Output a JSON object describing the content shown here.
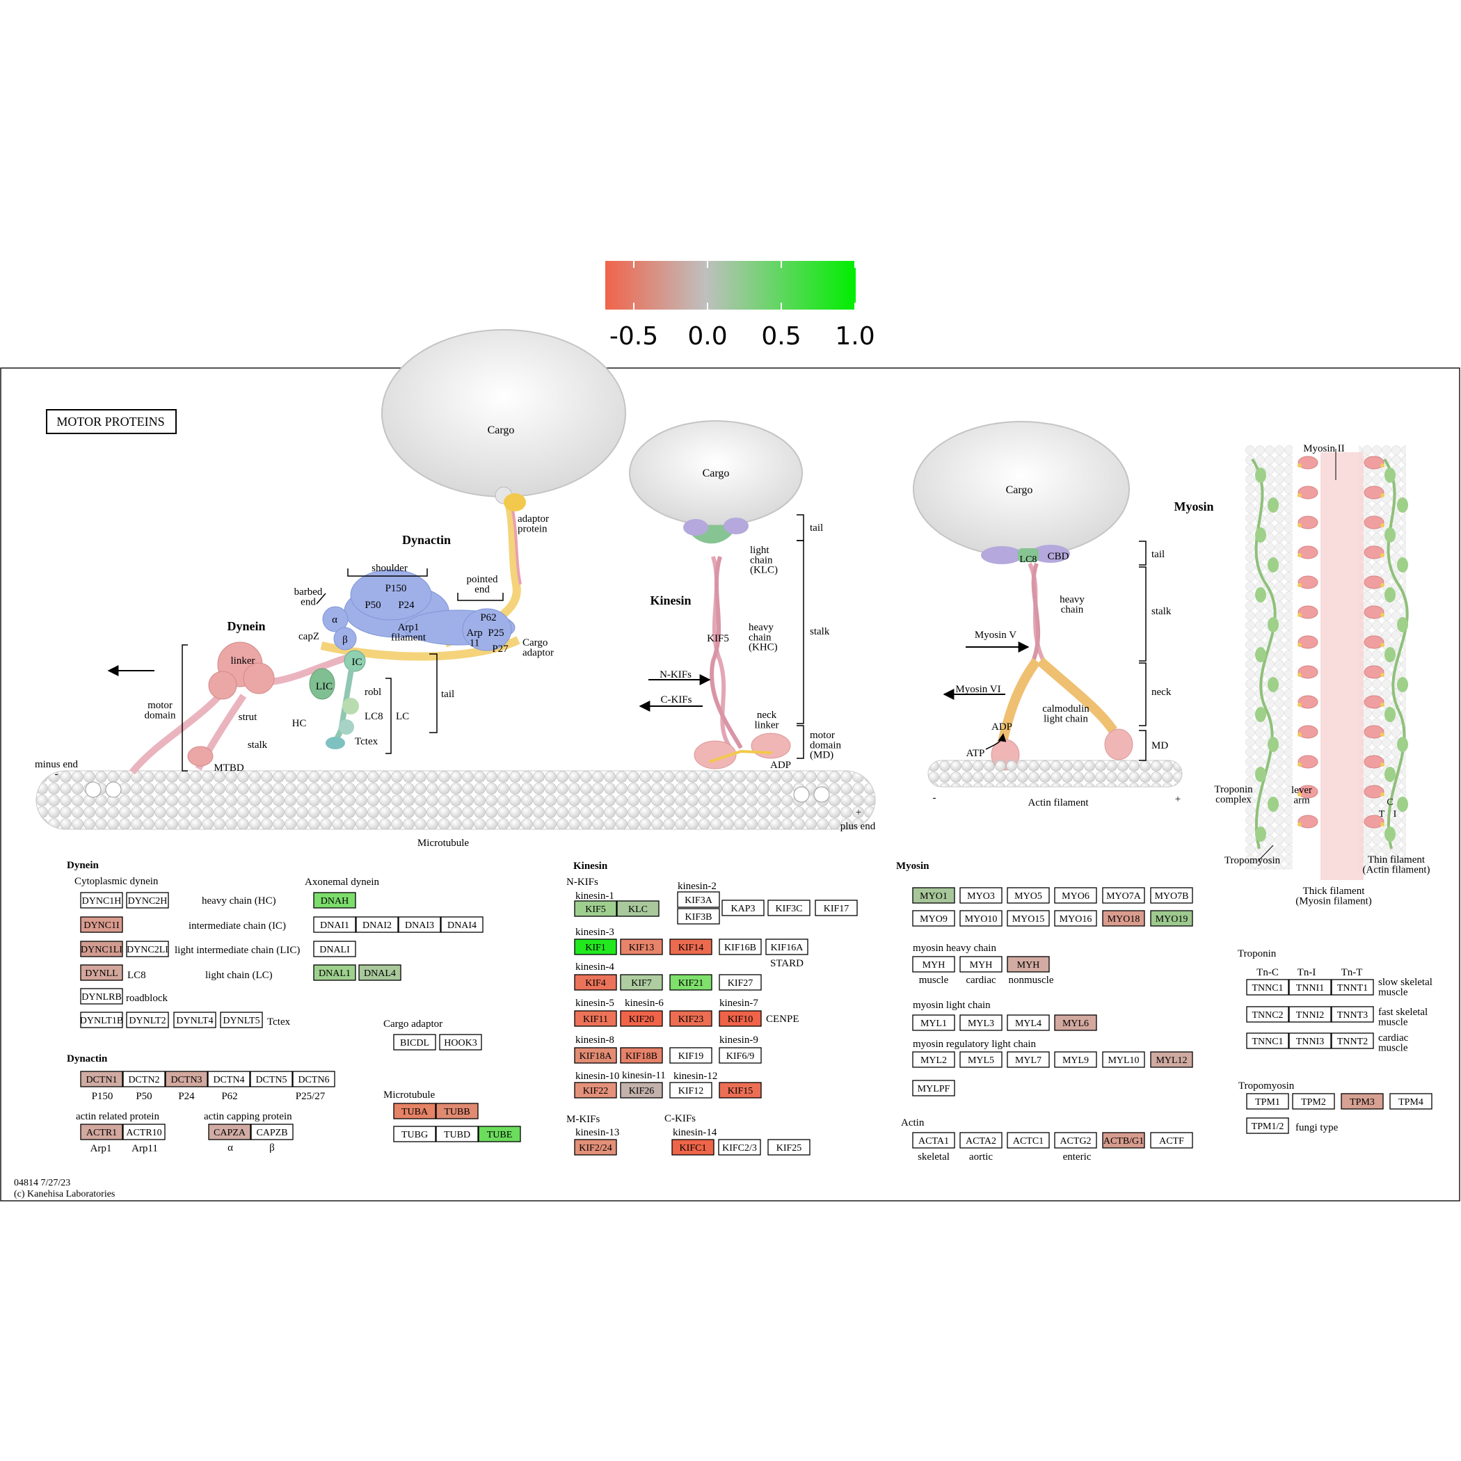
{
  "legend": {
    "ticks": [
      "-0.5",
      "0.0",
      "0.5",
      "1.0"
    ],
    "colors": [
      "#f0644a",
      "#bfbfbf",
      "#00ee00"
    ]
  },
  "diagram_labels": {
    "title_box": "MOTOR PROTEINS",
    "dynein": "Dynein",
    "dynactin": "Dynactin",
    "kinesin": "Kinesin",
    "myosin": "Myosin",
    "cargo": "Cargo",
    "adaptor_protein": "adaptor\nprotein",
    "shoulder": "shoulder",
    "pointed_end": "pointed\nend",
    "barbed_end": "barbed\nend",
    "p150": "P150",
    "p50": "P50",
    "p24": "P24",
    "arp1_filament": "Arp1\nfilament",
    "p62": "P62",
    "arp11": "Arp\n11",
    "p25": "P25",
    "p27": "P27",
    "cargo_adaptor": "Cargo\nadaptor",
    "capz": "capZ",
    "alpha": "α",
    "beta": "β",
    "linker": "linker",
    "motor_domain": "motor\ndomain",
    "strut": "strut",
    "hc": "HC",
    "stalk": "stalk",
    "mtbd": "MTBD",
    "lic": "LIC",
    "ic": "IC",
    "robl": "robl",
    "lc8": "LC8",
    "tctex": "Tctex",
    "lc": "LC",
    "tail": "tail",
    "minus_end": "minus end",
    "minus": "-",
    "plus": "+",
    "plus_end": "plus end",
    "microtubule": "Microtubule",
    "light_chain_klc": "light\nchain\n(KLC)",
    "kif5": "KIF5",
    "heavy_chain_khc": "heavy\nchain\n(KHC)",
    "n_kifs_arrow": "N-KIFs",
    "c_kifs_arrow": "C-KIFs",
    "neck_linker": "neck\nlinker",
    "adp": "ADP",
    "motor_domain_md": "motor\ndomain\n(MD)",
    "cbd": "CBD",
    "heavy_chain": "heavy\nchain",
    "myosin_v": "Myosin V",
    "myosin_vi": "Myosin VI",
    "calmodulin": "calmodulin\nlight chain",
    "atp": "ATP",
    "neck": "neck",
    "md": "MD",
    "actin_filament": "Actin filament",
    "myosin_ii": "Myosin II",
    "troponin_complex": "Troponin\ncomplex",
    "lever_arm": "lever\narm",
    "c_label": "C",
    "t_label": "T",
    "i_label": "I",
    "tropomyosin": "Tropomyosin",
    "thin_filament": "Thin filament\n(Actin filament)",
    "thick_filament": "Thick filament\n(Myosin filament)",
    "footer_id": "04814 7/27/23",
    "footer_copy": "(c) Kanehisa Laboratories"
  },
  "gene_panel_labels": [
    "Dynein",
    "Cytoplasmic dynein",
    "Axonemal dynein",
    "heavy chain (HC)",
    "intermediate chain (IC)",
    "light intermediate chain (LIC)",
    "LC8",
    "light chain (LC)",
    "roadblock",
    "Tctex",
    "Dynactin",
    "P150",
    "P50",
    "P24",
    "P62",
    "P25/27",
    "actin related protein",
    "actin capping protein",
    "Arp1",
    "Arp11",
    "α",
    "β",
    "Cargo adaptor",
    "Microtubule",
    "Kinesin",
    "N-KIFs",
    "kinesin-1",
    "kinesin-2",
    "kinesin-3",
    "kinesin-4",
    "kinesin-5",
    "kinesin-6",
    "kinesin-7",
    "kinesin-8",
    "kinesin-9",
    "kinesin-10",
    "kinesin-11",
    "kinesin-12",
    "M-KIFs",
    "C-KIFs",
    "kinesin-13",
    "kinesin-14",
    "STARD",
    "CENPE",
    "Myosin",
    "myosin heavy chain",
    "muscle",
    "cardiac",
    "nonmuscle",
    "myosin light chain",
    "myosin regulatory light chain",
    "Actin",
    "skeletal",
    "aortic",
    "enteric",
    "Troponin",
    "Tn-C",
    "Tn-I",
    "Tn-T",
    "slow skeletal\nmuscle",
    "fast skeletal\nmuscle",
    "cardiac\nmuscle",
    "Tropomyosin",
    "fungi type"
  ],
  "gene_boxes": [
    {
      "label": "DYNC1H",
      "color": "#ffffff"
    },
    {
      "label": "DYNC2H",
      "color": "#ffffff"
    },
    {
      "label": "DNAH",
      "color": "#7cdd6c"
    },
    {
      "label": "DYNC1I",
      "color": "#d99b8e"
    },
    {
      "label": "DNAI1",
      "color": "#ffffff"
    },
    {
      "label": "DNAI2",
      "color": "#ffffff"
    },
    {
      "label": "DNAI3",
      "color": "#ffffff"
    },
    {
      "label": "DNAI4",
      "color": "#ffffff"
    },
    {
      "label": "DYNC1LI",
      "color": "#d29c90"
    },
    {
      "label": "DYNC2LI",
      "color": "#ffffff"
    },
    {
      "label": "DNALI",
      "color": "#ffffff"
    },
    {
      "label": "DYNLL",
      "color": "#d3a69c"
    },
    {
      "label": "DNAL1",
      "color": "#9ed08e"
    },
    {
      "label": "DNAL4",
      "color": "#a9c99c"
    },
    {
      "label": "DYNLRB",
      "color": "#ffffff"
    },
    {
      "label": "DYNLT1B",
      "color": "#ffffff"
    },
    {
      "label": "DYNLT2",
      "color": "#ffffff"
    },
    {
      "label": "DYNLT4",
      "color": "#ffffff"
    },
    {
      "label": "DYNLT5",
      "color": "#ffffff"
    },
    {
      "label": "DCTN1",
      "color": "#cfaba2"
    },
    {
      "label": "DCTN2",
      "color": "#ffffff"
    },
    {
      "label": "DCTN3",
      "color": "#d2a99f"
    },
    {
      "label": "DCTN4",
      "color": "#ffffff"
    },
    {
      "label": "DCTN5",
      "color": "#ffffff"
    },
    {
      "label": "DCTN6",
      "color": "#ffffff"
    },
    {
      "label": "ACTR1",
      "color": "#d2a89f"
    },
    {
      "label": "ACTR10",
      "color": "#ffffff"
    },
    {
      "label": "CAPZA",
      "color": "#d2aca4"
    },
    {
      "label": "CAPZB",
      "color": "#ffffff"
    },
    {
      "label": "BICDL",
      "color": "#ffffff"
    },
    {
      "label": "HOOK3",
      "color": "#ffffff"
    },
    {
      "label": "TUBA",
      "color": "#e58366"
    },
    {
      "label": "TUBB",
      "color": "#e08a72"
    },
    {
      "label": "TUBG",
      "color": "#ffffff"
    },
    {
      "label": "TUBD",
      "color": "#ffffff"
    },
    {
      "label": "TUBE",
      "color": "#6cdc5c"
    },
    {
      "label": "KIF5",
      "color": "#9fcf8f"
    },
    {
      "label": "KLC",
      "color": "#a9c99d"
    },
    {
      "label": "KIF3A",
      "color": "#ffffff"
    },
    {
      "label": "KIF3B",
      "color": "#ffffff"
    },
    {
      "label": "KAP3",
      "color": "#ffffff"
    },
    {
      "label": "KIF3C",
      "color": "#ffffff"
    },
    {
      "label": "KIF17",
      "color": "#ffffff"
    },
    {
      "label": "KIF1",
      "color": "#22e81e"
    },
    {
      "label": "KIF13",
      "color": "#e8846a"
    },
    {
      "label": "KIF14",
      "color": "#ec6b4f"
    },
    {
      "label": "KIF16B",
      "color": "#ffffff"
    },
    {
      "label": "KIF16A",
      "color": "#ffffff"
    },
    {
      "label": "KIF4",
      "color": "#eb7359"
    },
    {
      "label": "KIF7",
      "color": "#aecda0"
    },
    {
      "label": "KIF21",
      "color": "#7fe06c"
    },
    {
      "label": "KIF27",
      "color": "#ffffff"
    },
    {
      "label": "KIF11",
      "color": "#ec7258"
    },
    {
      "label": "KIF20",
      "color": "#f0644a"
    },
    {
      "label": "KIF23",
      "color": "#ec6d52"
    },
    {
      "label": "KIF10",
      "color": "#ef6348"
    },
    {
      "label": "KIF18A",
      "color": "#e28c74"
    },
    {
      "label": "KIF18B",
      "color": "#e6826a"
    },
    {
      "label": "KIF19",
      "color": "#ffffff"
    },
    {
      "label": "KIF6/9",
      "color": "#ffffff"
    },
    {
      "label": "KIF22",
      "color": "#e4917b"
    },
    {
      "label": "KIF26",
      "color": "#c3b1ac"
    },
    {
      "label": "KIF12",
      "color": "#ffffff"
    },
    {
      "label": "KIF15",
      "color": "#ec6f55"
    },
    {
      "label": "KIF2/24",
      "color": "#e39079"
    },
    {
      "label": "KIFC1",
      "color": "#ee6549"
    },
    {
      "label": "KIFC2/3",
      "color": "#ffffff"
    },
    {
      "label": "KIF25",
      "color": "#ffffff"
    },
    {
      "label": "MYO1",
      "color": "#a7c79a"
    },
    {
      "label": "MYO3",
      "color": "#ffffff"
    },
    {
      "label": "MYO5",
      "color": "#ffffff"
    },
    {
      "label": "MYO6",
      "color": "#ffffff"
    },
    {
      "label": "MYO7A",
      "color": "#ffffff"
    },
    {
      "label": "MYO7B",
      "color": "#ffffff"
    },
    {
      "label": "MYO9",
      "color": "#ffffff"
    },
    {
      "label": "MYO10",
      "color": "#ffffff"
    },
    {
      "label": "MYO15",
      "color": "#ffffff"
    },
    {
      "label": "MYO16",
      "color": "#ffffff"
    },
    {
      "label": "MYO18",
      "color": "#d99c8e"
    },
    {
      "label": "MYO19",
      "color": "#9ec98f"
    },
    {
      "label": "MYH",
      "color": "#ffffff"
    },
    {
      "label": "MYH",
      "color": "#ffffff"
    },
    {
      "label": "MYH",
      "color": "#d2aba2"
    },
    {
      "label": "MYL1",
      "color": "#ffffff"
    },
    {
      "label": "MYL3",
      "color": "#ffffff"
    },
    {
      "label": "MYL4",
      "color": "#ffffff"
    },
    {
      "label": "MYL6",
      "color": "#d2a89f"
    },
    {
      "label": "MYL2",
      "color": "#ffffff"
    },
    {
      "label": "MYL5",
      "color": "#ffffff"
    },
    {
      "label": "MYL7",
      "color": "#ffffff"
    },
    {
      "label": "MYL9",
      "color": "#ffffff"
    },
    {
      "label": "MYL10",
      "color": "#ffffff"
    },
    {
      "label": "MYL12",
      "color": "#cfaaa1"
    },
    {
      "label": "MYLPF",
      "color": "#ffffff"
    },
    {
      "label": "ACTA1",
      "color": "#ffffff"
    },
    {
      "label": "ACTA2",
      "color": "#ffffff"
    },
    {
      "label": "ACTC1",
      "color": "#ffffff"
    },
    {
      "label": "ACTG2",
      "color": "#ffffff"
    },
    {
      "label": "ACTB/G1",
      "color": "#d69c8e"
    },
    {
      "label": "ACTF",
      "color": "#ffffff"
    },
    {
      "label": "TNNC1",
      "color": "#ffffff"
    },
    {
      "label": "TNNI1",
      "color": "#ffffff"
    },
    {
      "label": "TNNT1",
      "color": "#ffffff"
    },
    {
      "label": "TNNC2",
      "color": "#ffffff"
    },
    {
      "label": "TNNI2",
      "color": "#ffffff"
    },
    {
      "label": "TNNT3",
      "color": "#ffffff"
    },
    {
      "label": "TNNC1",
      "color": "#ffffff"
    },
    {
      "label": "TNNI3",
      "color": "#ffffff"
    },
    {
      "label": "TNNT2",
      "color": "#ffffff"
    },
    {
      "label": "TPM1",
      "color": "#ffffff"
    },
    {
      "label": "TPM2",
      "color": "#ffffff"
    },
    {
      "label": "TPM3",
      "color": "#d6a193"
    },
    {
      "label": "TPM4",
      "color": "#ffffff"
    },
    {
      "label": "TPM1/2",
      "color": "#ffffff"
    }
  ]
}
